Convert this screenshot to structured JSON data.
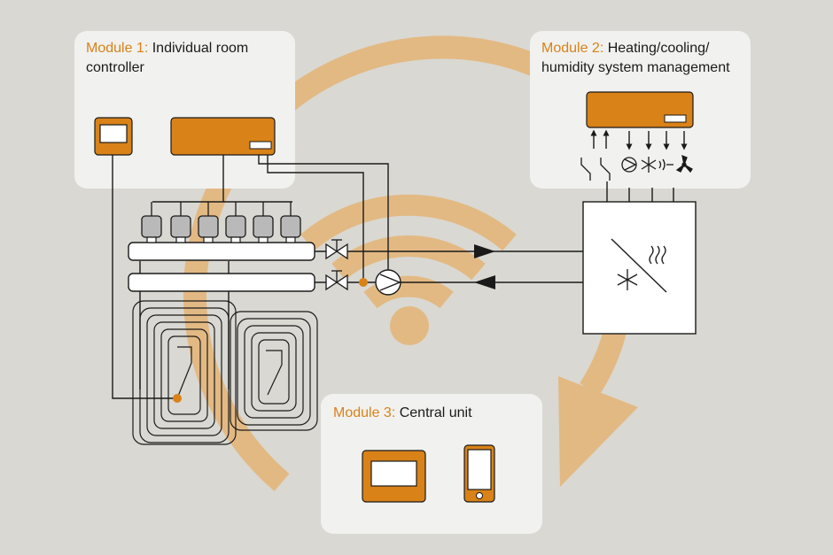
{
  "colors": {
    "background": "#d9d8d2",
    "panel": "#f1f1ef",
    "accent_orange": "#d98218",
    "arc_tan": "#e3b983",
    "line": "#1a1a1a",
    "actuator_grey": "#b9b9b9"
  },
  "modules": [
    {
      "number_label": "Module 1:",
      "title_line1": "Individual room",
      "title_line2": "controller"
    },
    {
      "number_label": "Module 2:",
      "title_line1": "Heating/cooling/",
      "title_line2": "humidity system management"
    },
    {
      "number_label": "Module 3:",
      "title_line1": "Central unit",
      "title_line2": ""
    }
  ],
  "icons": [
    "wifi-signal-icon",
    "circular-arrow-icon",
    "room-thermostat-icon",
    "controller-unit-icon",
    "actuator-icon",
    "valve-icon",
    "pump-icon",
    "heat-generator-icon",
    "heat-waves-icon",
    "snowflake-icon",
    "switch-icon",
    "humidity-fan-icon",
    "dehumidifier-icon",
    "tablet-icon",
    "smartphone-icon",
    "floor-heating-loop-icon"
  ]
}
